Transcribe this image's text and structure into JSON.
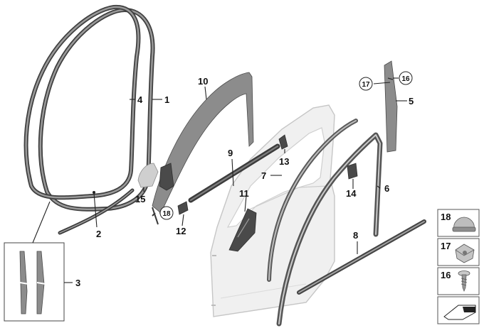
{
  "callouts": {
    "c1": "1",
    "c2": "2",
    "c3": "3",
    "c4": "4",
    "c5": "5",
    "c6": "6",
    "c7": "7",
    "c8": "8",
    "c9": "9",
    "c10": "10",
    "c11": "11",
    "c12": "12",
    "c13": "13",
    "c14": "14",
    "c15": "15",
    "c16_circle": "16",
    "c17_circle": "17",
    "c18_circle": "18"
  },
  "legend": {
    "items": [
      {
        "number": "18",
        "icon": "push-clip-icon"
      },
      {
        "number": "17",
        "icon": "nut-clip-icon"
      },
      {
        "number": "16",
        "icon": "self-tapping-screw-icon"
      }
    ],
    "footer_icon": "arrow-symbol-icon"
  }
}
